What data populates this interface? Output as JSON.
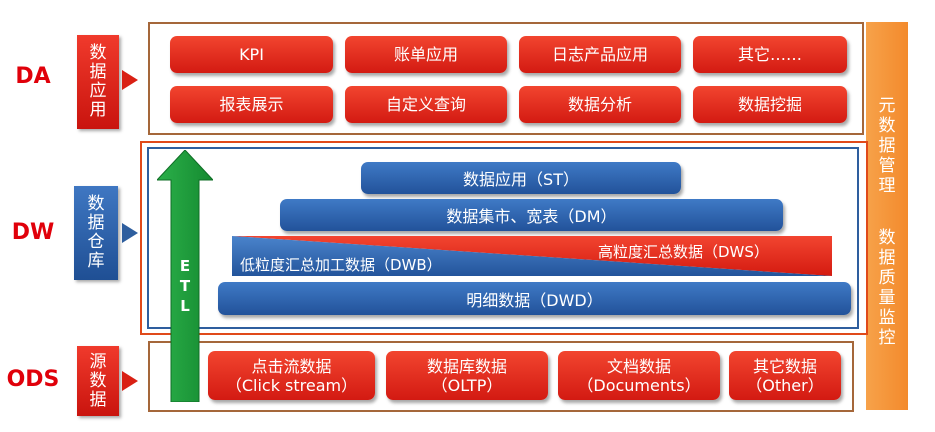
{
  "layers": {
    "da": "DA",
    "dw": "DW",
    "ods": "ODS"
  },
  "side_tags": {
    "da": "数据应用",
    "dw": "数据仓库",
    "ods": "源数据"
  },
  "da_buttons": [
    "KPI",
    "账单应用",
    "日志产品应用",
    "其它……",
    "报表展示",
    "自定义查询",
    "数据分析",
    "数据挖掘"
  ],
  "dw": {
    "st": "数据应用（ST）",
    "dm": "数据集市、宽表（DM）",
    "dwb": "低粒度汇总加工数据（DWB）",
    "dws": "高粒度汇总数据（DWS）",
    "dwd": "明细数据（DWD）",
    "etl": [
      "E",
      "T",
      "L"
    ]
  },
  "ods_sources": [
    {
      "name": "点击流数据",
      "sub": "（Click stream）"
    },
    {
      "name": "数据库数据",
      "sub": "（OLTP）"
    },
    {
      "name": "文档数据",
      "sub": "（Documents）"
    },
    {
      "name": "其它数据",
      "sub": "（Other）"
    }
  ],
  "meta_panel": {
    "top": "元数据管理",
    "bottom": "数据质量监控"
  },
  "colors": {
    "red": "#e0000a",
    "blue": "#2e5e9e",
    "green": "#1f9a3a",
    "orange": "#f38a2c",
    "brown": "#a5673a"
  }
}
